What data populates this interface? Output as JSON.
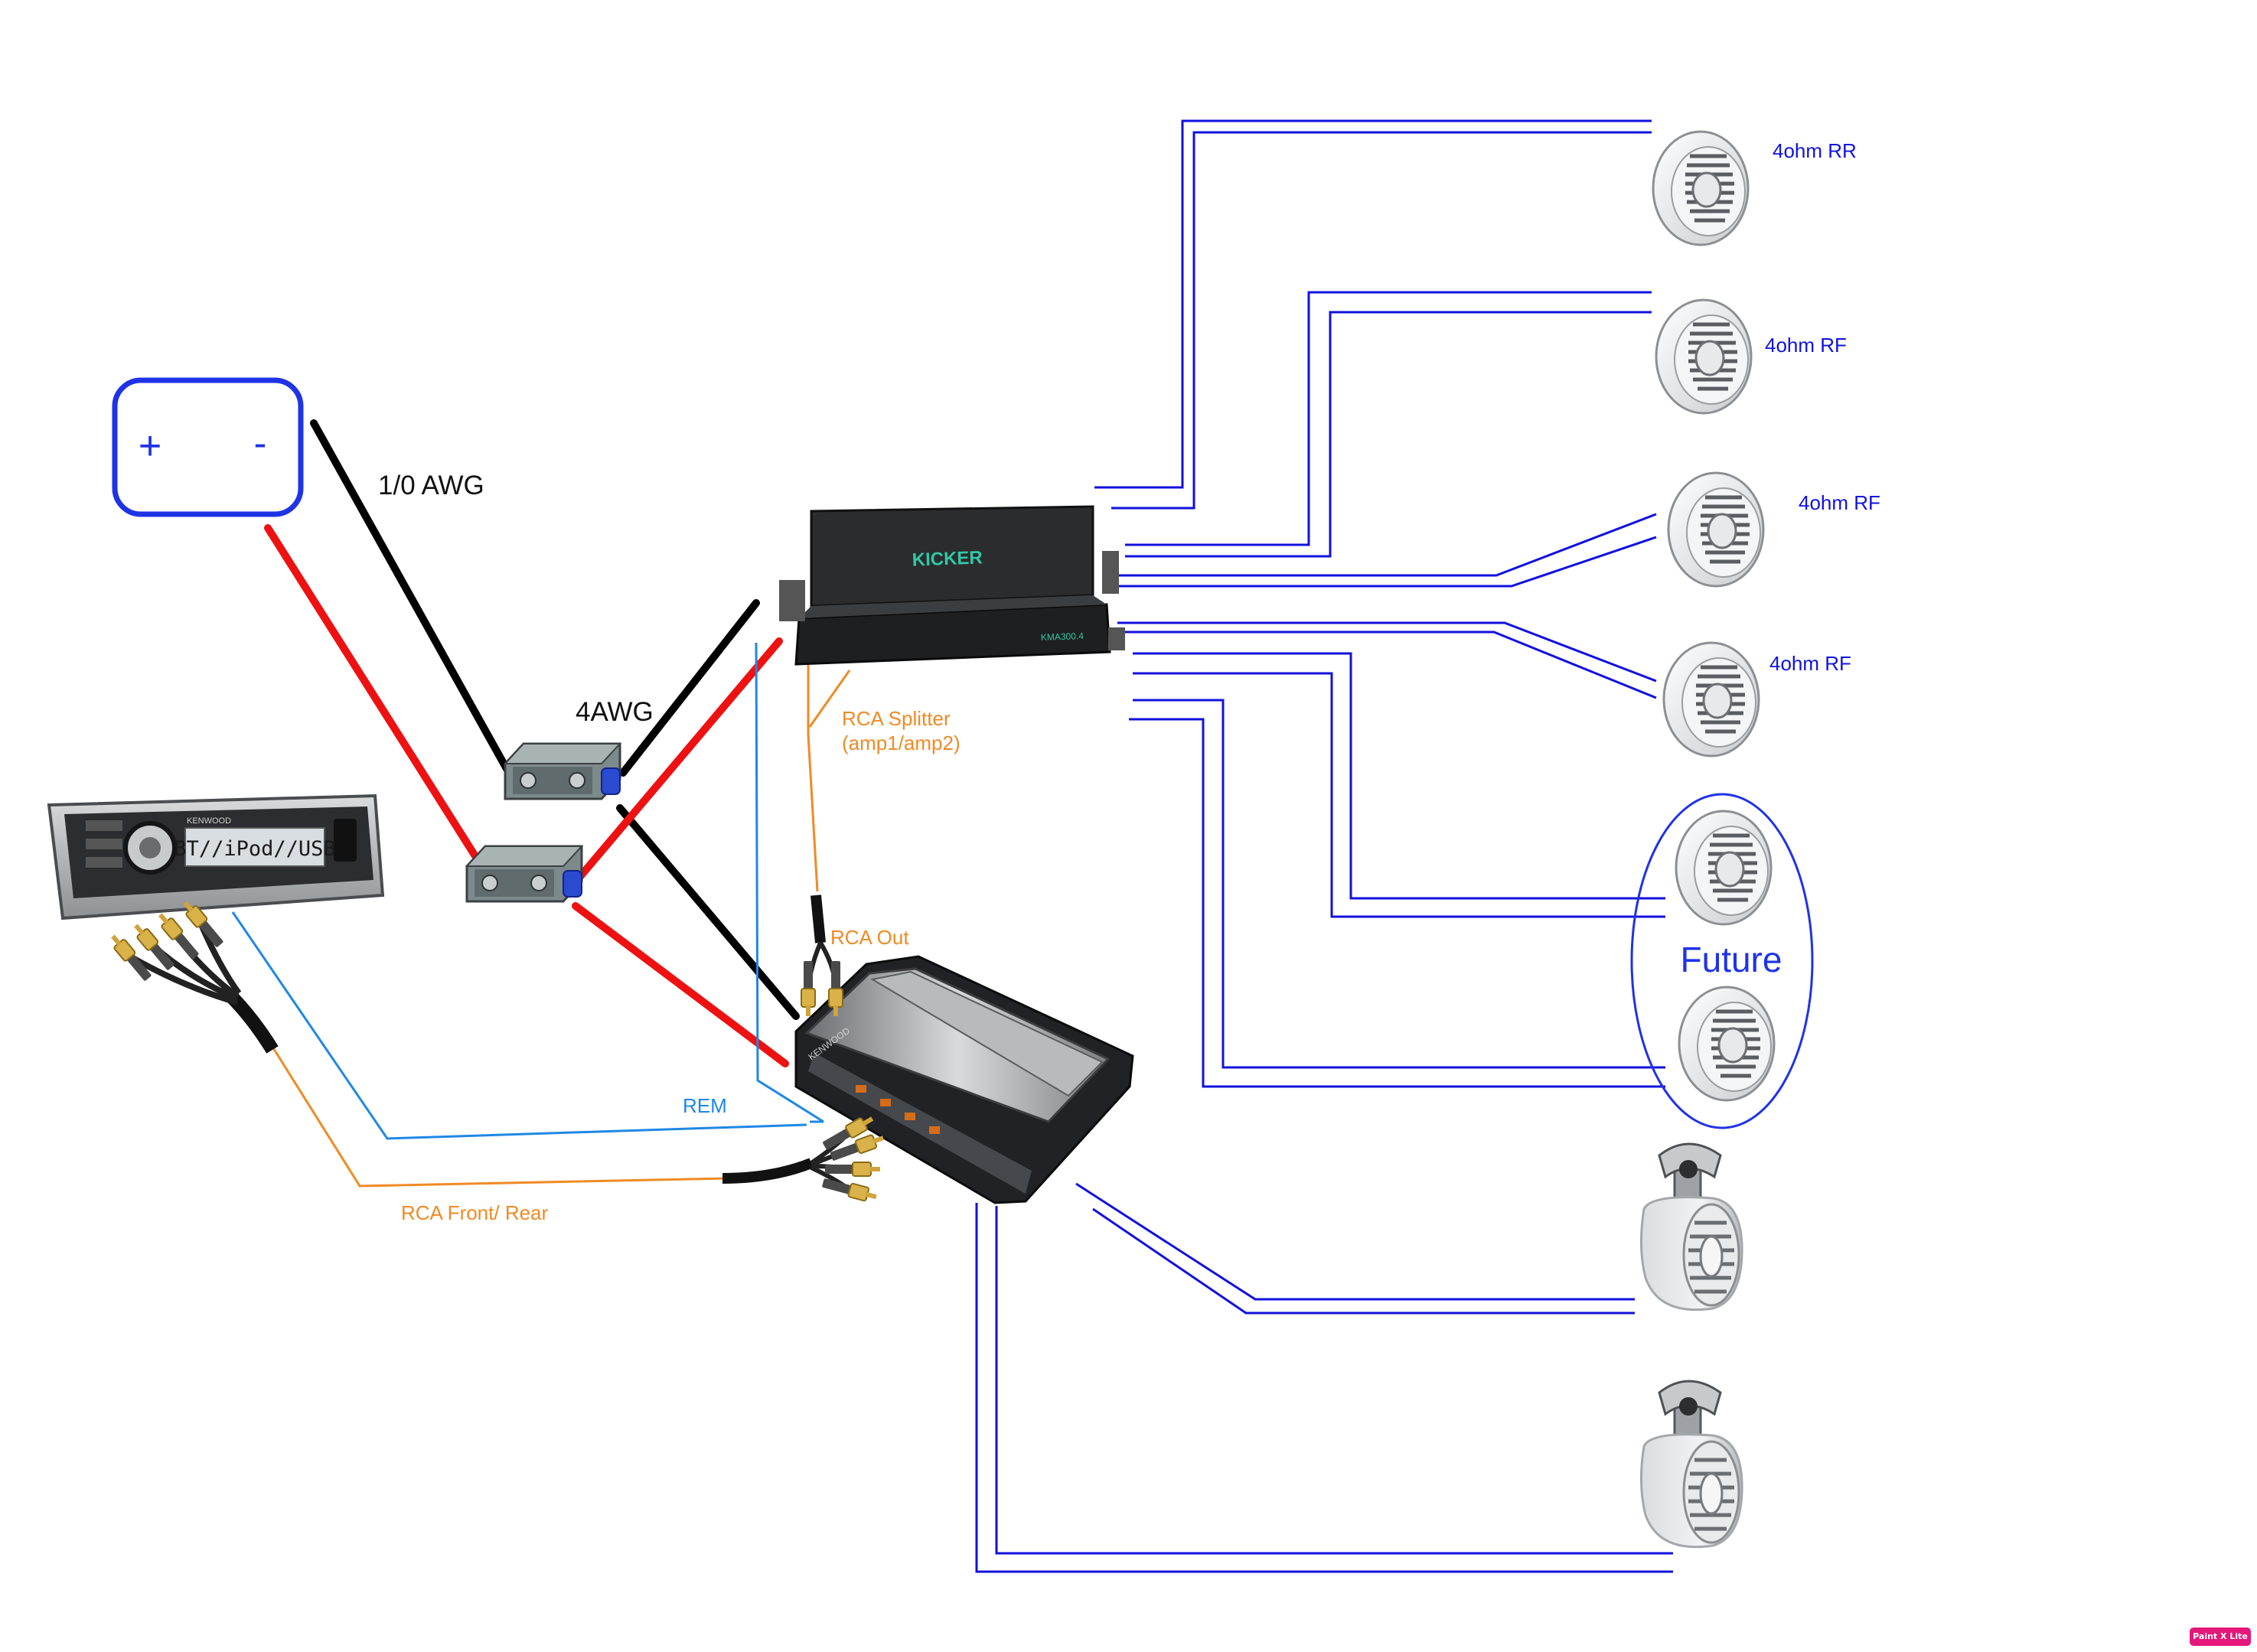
{
  "colors": {
    "speaker_wire": "#1111dd",
    "power_pos": "#ee1111",
    "power_neg": "#000000",
    "rca": "#f08a24",
    "remote": "#1e88e5",
    "battery": "#1f33e6",
    "badge_bg": "#e4177a"
  },
  "battery": {
    "plus_label": "+",
    "minus_label": "-"
  },
  "wire_labels": {
    "main_power": "1/0 AWG",
    "amp_power": "4AWG",
    "rca_splitter_line1": "RCA Splitter",
    "rca_splitter_line2": "(amp1/amp2)",
    "rca_out": "RCA Out",
    "rem": "REM",
    "rca_front_rear": "RCA Front/ Rear"
  },
  "head_unit": {
    "display_text": "BT//iPod//USB",
    "brand": "KENWOOD"
  },
  "amp_1": {
    "brand": "KICKER",
    "model": "KMA300.4"
  },
  "amp_2": {
    "brand": "KENWOOD"
  },
  "speakers": [
    {
      "label": "4ohm RR"
    },
    {
      "label": "4ohm RF"
    },
    {
      "label": "4ohm RF"
    },
    {
      "label": "4ohm RF"
    }
  ],
  "future_group": {
    "label": "Future"
  },
  "badge": {
    "text": "Paint X Lite"
  }
}
